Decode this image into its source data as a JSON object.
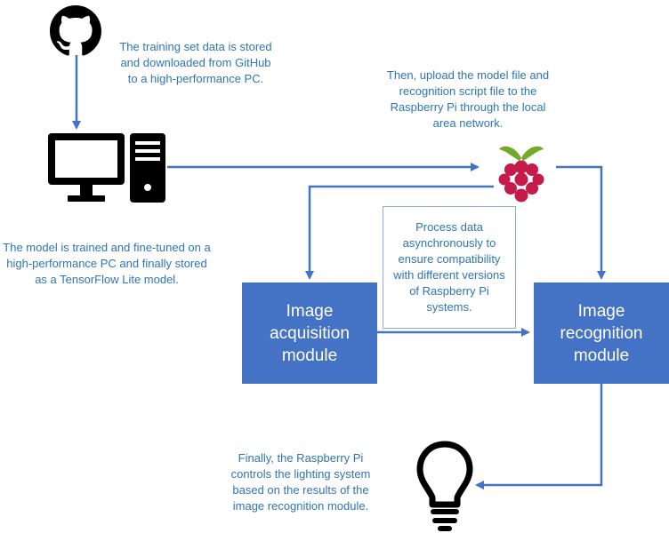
{
  "notes": {
    "training_data": "The training set data is stored and downloaded from GitHub to a high-performance PC.",
    "upload": "Then, upload the model file and recognition script file to the Raspberry Pi through the local area network.",
    "model_training": "The model is trained and fine-tuned on a high-performance PC and finally stored as a TensorFlow Lite model.",
    "process_data": "Process data asynchronously to ensure compatibility with different versions of Raspberry Pi systems.",
    "final_control": "Finally, the Raspberry Pi controls the lighting system based on the results of the image recognition module."
  },
  "modules": {
    "acquisition": "Image acquisition module",
    "recognition": "Image recognition module"
  },
  "icons": {
    "github": "github-icon",
    "pc": "desktop-pc-icon",
    "raspberry": "raspberry-pi-icon",
    "bulb": "light-bulb-icon"
  },
  "colors": {
    "arrow": "#4472c4",
    "module_fill": "#4472c4",
    "note_text": "#2e75b6",
    "icon": "#000000",
    "raspberry_red": "#c51a4a",
    "raspberry_leaf": "#75a928"
  }
}
